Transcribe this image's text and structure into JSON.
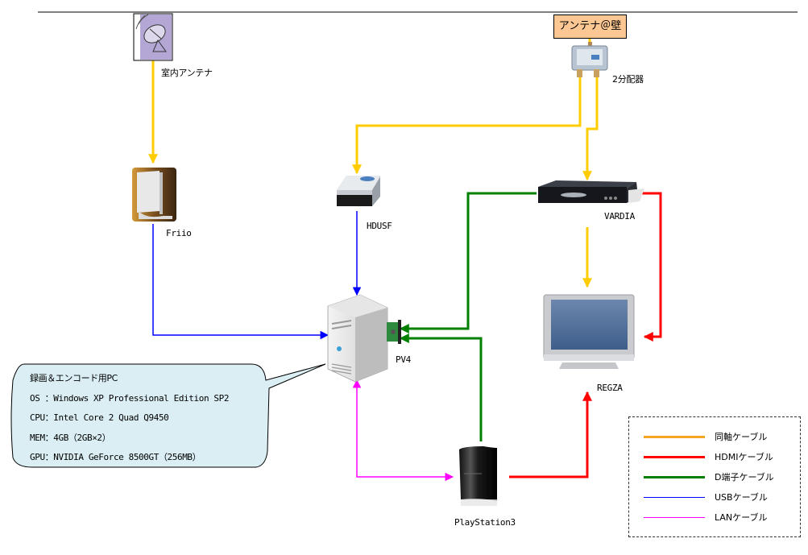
{
  "colors": {
    "coax": "#ffcc00",
    "hdmi": "#ff0000",
    "d_terminal": "#008000",
    "usb": "#0000ff",
    "lan": "#ff00ff",
    "bubble_fill": "#daeef3",
    "wall_box_fill": "#fcc792",
    "antenna_fill": "#b4a7d6"
  },
  "devices": {
    "indoor_antenna": {
      "label": "室内アンテナ",
      "icon": "satellite-dish-icon"
    },
    "wall_antenna": {
      "label": "アンテナ＠壁"
    },
    "splitter": {
      "label": "2分配器",
      "icon": "splitter-icon"
    },
    "friio": {
      "label": "Friio",
      "icon": "tuner-box-icon"
    },
    "hdusf": {
      "label": "HDUSF",
      "icon": "usb-tuner-icon"
    },
    "vardia": {
      "label": "VARDIA",
      "icon": "dvd-recorder-icon"
    },
    "pc": {
      "label": "",
      "icon": "tower-pc-icon"
    },
    "pv4": {
      "label": "PV4",
      "icon": "capture-card-icon"
    },
    "regza": {
      "label": "REGZA",
      "icon": "lcd-tv-icon"
    },
    "ps3": {
      "label": "PlayStation3",
      "icon": "game-console-icon"
    }
  },
  "pc_spec": {
    "title": "録画＆エンコード用PC",
    "lines": [
      "OS ：Windows XP Professional Edition SP2",
      "CPU：Intel Core 2 Quad Q9450",
      "MEM：4GB（2GB×2）",
      "GPU：NVIDIA GeForce 8500GT（256MB）"
    ]
  },
  "connections": [
    {
      "from": "室内アンテナ",
      "to": "Friio",
      "cable": "同軸ケーブル"
    },
    {
      "from": "アンテナ＠壁",
      "to": "2分配器",
      "cable": "同軸ケーブル"
    },
    {
      "from": "2分配器",
      "to": "HDUSF",
      "cable": "同軸ケーブル"
    },
    {
      "from": "2分配器",
      "to": "VARDIA",
      "cable": "同軸ケーブル"
    },
    {
      "from": "VARDIA",
      "to": "REGZA",
      "cable": "同軸ケーブル"
    },
    {
      "from": "VARDIA",
      "to": "REGZA",
      "cable": "HDMIケーブル"
    },
    {
      "from": "VARDIA",
      "to": "PV4",
      "cable": "D端子ケーブル"
    },
    {
      "from": "PlayStation3",
      "to": "PV4",
      "cable": "D端子ケーブル"
    },
    {
      "from": "PlayStation3",
      "to": "REGZA",
      "cable": "HDMIケーブル"
    },
    {
      "from": "Friio",
      "to": "PC",
      "cable": "USBケーブル"
    },
    {
      "from": "HDUSF",
      "to": "PC",
      "cable": "USBケーブル"
    },
    {
      "from": "PC",
      "to": "PlayStation3",
      "cable": "LANケーブル",
      "bidirectional": true
    }
  ],
  "legend": {
    "items": [
      {
        "label": "同軸ケーブル",
        "color": "#f5a623",
        "weight": "thick"
      },
      {
        "label": "HDMIケーブル",
        "color": "#ff0000",
        "weight": "thick"
      },
      {
        "label": "D端子ケーブル",
        "color": "#008000",
        "weight": "thick"
      },
      {
        "label": "USBケーブル",
        "color": "#0000ff",
        "weight": "thin"
      },
      {
        "label": "LANケーブル",
        "color": "#ff00ff",
        "weight": "thin"
      }
    ]
  }
}
